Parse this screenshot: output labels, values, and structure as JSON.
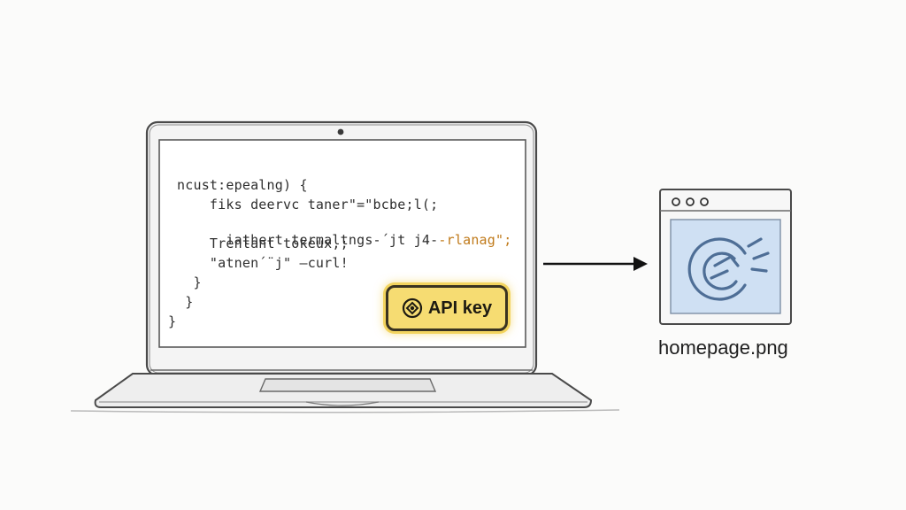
{
  "code": {
    "lines": [
      "ncust:epealng) {",
      "    fiks deervc taner\"=\"bcbe;l(;",
      "    iathert termaltngs-´jt j4-",
      "    Trentant tokeux,;",
      "    \"atnen´¨j\" —curl!",
      "  }",
      " }",
      "}"
    ],
    "line3_tail": "-rlanag\";",
    "line4_tail": "",
    "line5_tail": ""
  },
  "badge": {
    "label": "API key",
    "icon": "key-icon",
    "color": "#f6dc72"
  },
  "file": {
    "caption": "homepage.png",
    "icon": "image-file-icon",
    "window_dots": 3,
    "preview_color": "#cfe0f3"
  },
  "arrow": {
    "direction": "right"
  },
  "colors": {
    "sketch_stroke": "#4a4a4a",
    "screen": "#ffffff",
    "background": "#fbfbfa"
  }
}
